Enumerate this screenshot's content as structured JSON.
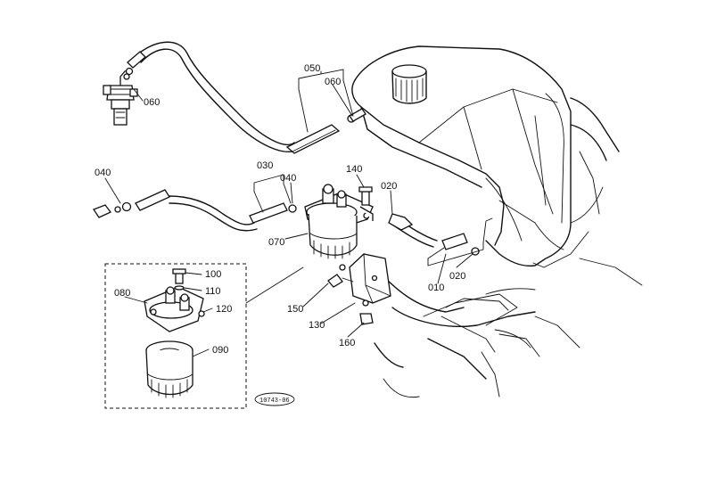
{
  "callouts": {
    "c010": "010",
    "c020a": "020",
    "c020b": "020",
    "c030": "030",
    "c040a": "040",
    "c040b": "040",
    "c050": "050",
    "c060a": "060",
    "c060b": "060",
    "c070": "070",
    "c080": "080",
    "c090": "090",
    "c100": "100",
    "c110": "110",
    "c120": "120",
    "c130": "130",
    "c140": "140",
    "c150": "150",
    "c160": "160"
  },
  "figure_ref": "10743-06"
}
